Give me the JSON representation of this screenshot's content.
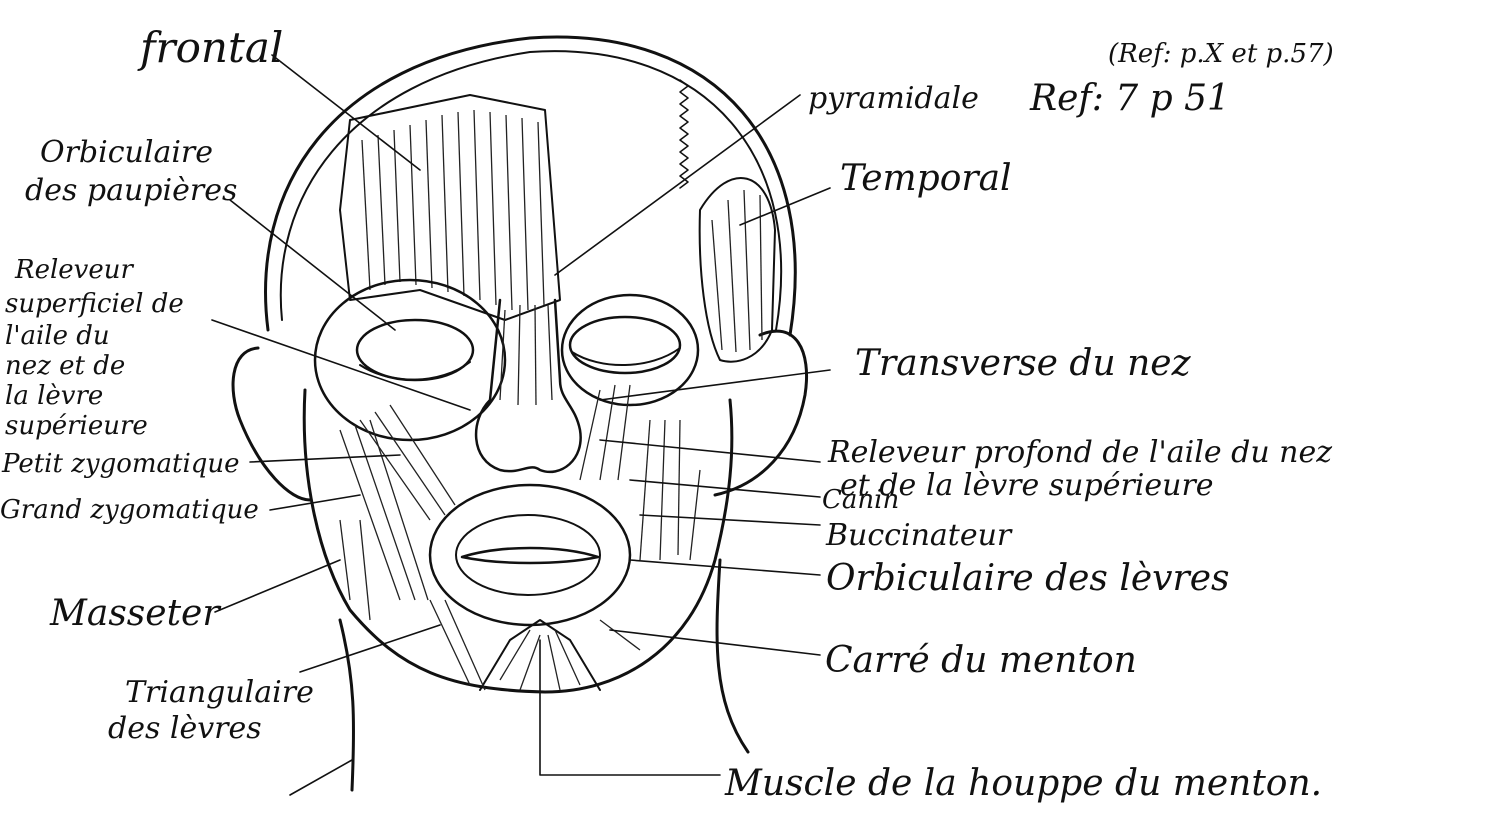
{
  "labels": {
    "frontal": "frontal",
    "ref_top": "(Ref: p.X et p.57)",
    "pyramidal": "pyramidale",
    "ref": "Ref: 7 p 51",
    "orbiculaire_paup_1": "Orbiculaire",
    "orbiculaire_paup_2": "des paupières",
    "temporal": "Temporal",
    "releveur_sup_1": "Releveur",
    "releveur_sup_2": "superficiel de",
    "releveur_sup_3": "l'aile du",
    "releveur_sup_4": "nez et de",
    "releveur_sup_5": "la lèvre",
    "releveur_sup_6": "supérieure",
    "transverse": "Transverse du nez",
    "petit_zygo": "Petit zygomatique",
    "releveur_prof_1": "Releveur profond de l'aile du nez",
    "releveur_prof_2": "et de la lèvre supérieure",
    "grand_zygo": "Grand zygomatique",
    "canin": "Canin",
    "buccinateur": "Buccinateur",
    "orbiculaire_levres": "Orbiculaire des lèvres",
    "masseter": "Masseter",
    "carre": "Carré du menton",
    "triangulaire_1": "Triangulaire",
    "triangulaire_2": "des lèvres",
    "houppe": "Muscle de la houppe du menton."
  }
}
